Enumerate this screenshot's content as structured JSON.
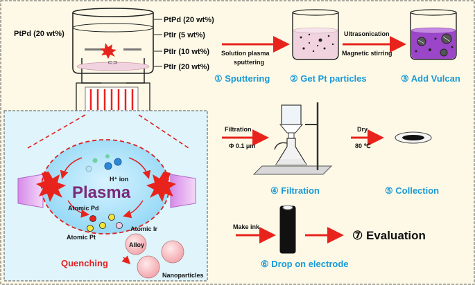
{
  "left_label": "PtPd (20 wt%)",
  "legend": [
    "PtPd (20 wt%)",
    "PtIr (5 wt%)",
    "PtIr (10 wt%)",
    "PtIr (20 wt%)"
  ],
  "arrow1_top": "Solution plasma",
  "arrow1_bottom": "sputtering",
  "arrow2_top": "Ultrasonication",
  "arrow2_bottom": "Magnetic stirring",
  "steps": {
    "s1": "① Sputtering",
    "s2": "② Get Pt particles",
    "s3": "③ Add Vulcan",
    "s4": "④ Filtration",
    "s5": "⑤ Collection",
    "s6": "⑥ Drop on electrode",
    "s7": "⑦ Evaluation"
  },
  "filtration": {
    "label": "Filtration",
    "pore": "Φ 0.1 μm"
  },
  "dry": {
    "label": "Dry",
    "temp": "80 ℃"
  },
  "make_ink": "Make ink",
  "zoom": {
    "plasma": "Plasma",
    "h_ion": "H⁺ ion",
    "atomic_pd": "Atomic Pd",
    "atomic_ir": "Atomic Ir",
    "atomic_pt": "Atomic Pt",
    "alloy": "Alloy",
    "quenching": "Quenching",
    "nanoparticles": "Nanoparticles"
  },
  "colors": {
    "step_text": "#1a9ad6",
    "arrow_red": "#e8231c",
    "plasma_text": "#7a2a7a",
    "purple_liquid": "#9b45c9",
    "pink_liquid": "#f1d3e0",
    "quench_text": "#e02020"
  }
}
